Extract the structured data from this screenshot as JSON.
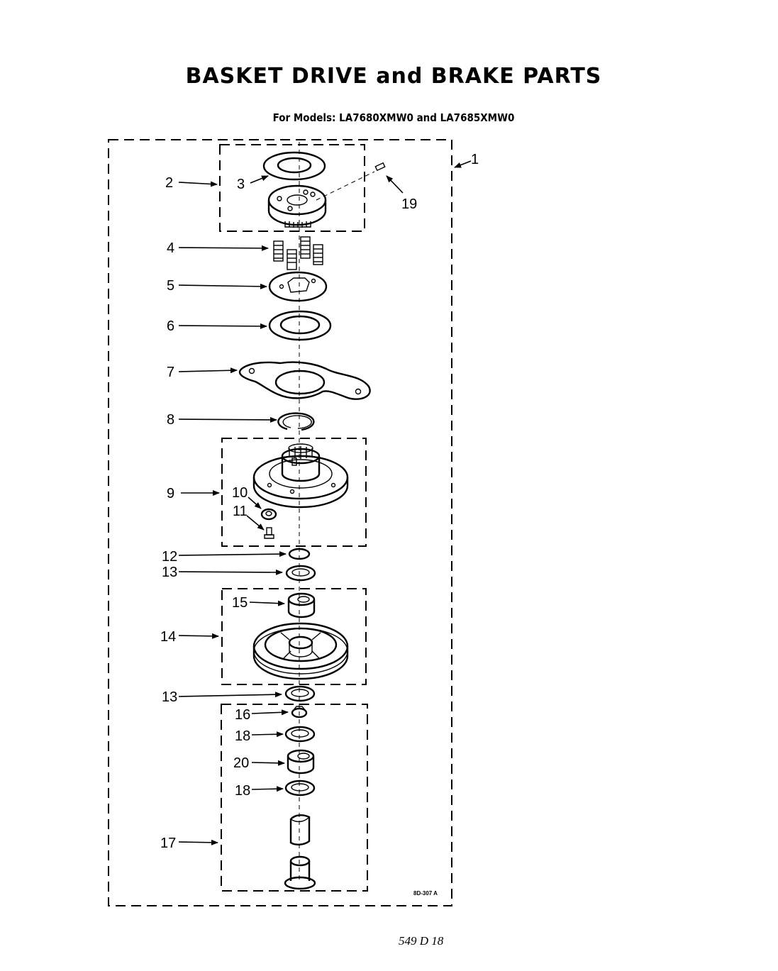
{
  "title": "BASKET DRIVE and BRAKE PARTS",
  "subtitle": "For Models: LA7680XMW0  and LA7685XMW0",
  "drawing_code": "8D-307 A",
  "handwritten_note": "549 D 18",
  "callouts": {
    "c1": "1",
    "c2": "2",
    "c3": "3",
    "c4": "4",
    "c5": "5",
    "c6": "6",
    "c7": "7",
    "c8": "8",
    "c9": "9",
    "c10": "10",
    "c11": "11",
    "c12": "12",
    "c13a": "13",
    "c13b": "13",
    "c14": "14",
    "c15": "15",
    "c16": "16",
    "c17": "17",
    "c18a": "18",
    "c18b": "18",
    "c19": "19",
    "c20": "20"
  }
}
